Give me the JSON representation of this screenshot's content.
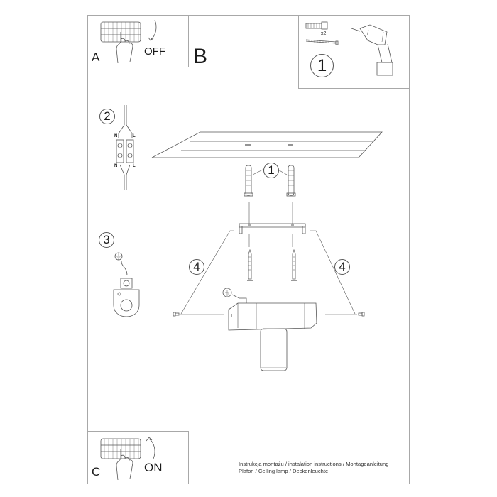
{
  "sheet": {
    "step_labels": {
      "A": "A",
      "B": "B",
      "C": "C"
    },
    "switch_off": "OFF",
    "switch_on": "ON",
    "tools_box": {
      "quantity": "x2",
      "step_number": "1",
      "icons": [
        "wall-plug-icon",
        "screw-icon",
        "drill-icon"
      ]
    },
    "steps": [
      {
        "number": "2",
        "description": "wire connection",
        "terminal_labels": [
          "N",
          "L",
          "N",
          "L"
        ]
      },
      {
        "number": "3",
        "description": "ground connection",
        "icon": "ground-symbol-icon"
      },
      {
        "number": "1",
        "description": "wall plugs into ceiling"
      },
      {
        "number": "4",
        "description": "side screws left"
      },
      {
        "number": "4",
        "description": "side screws right"
      }
    ],
    "footer": {
      "line1": "Instrukcja montażu / instalation instructions / Montageanleitung",
      "line2": "Plafon / Ceiling lamp / Deckenleuchte"
    },
    "colors": {
      "line": "#555555",
      "border": "#a8a8a8",
      "text": "#1a1a1a",
      "background": "#ffffff"
    }
  }
}
